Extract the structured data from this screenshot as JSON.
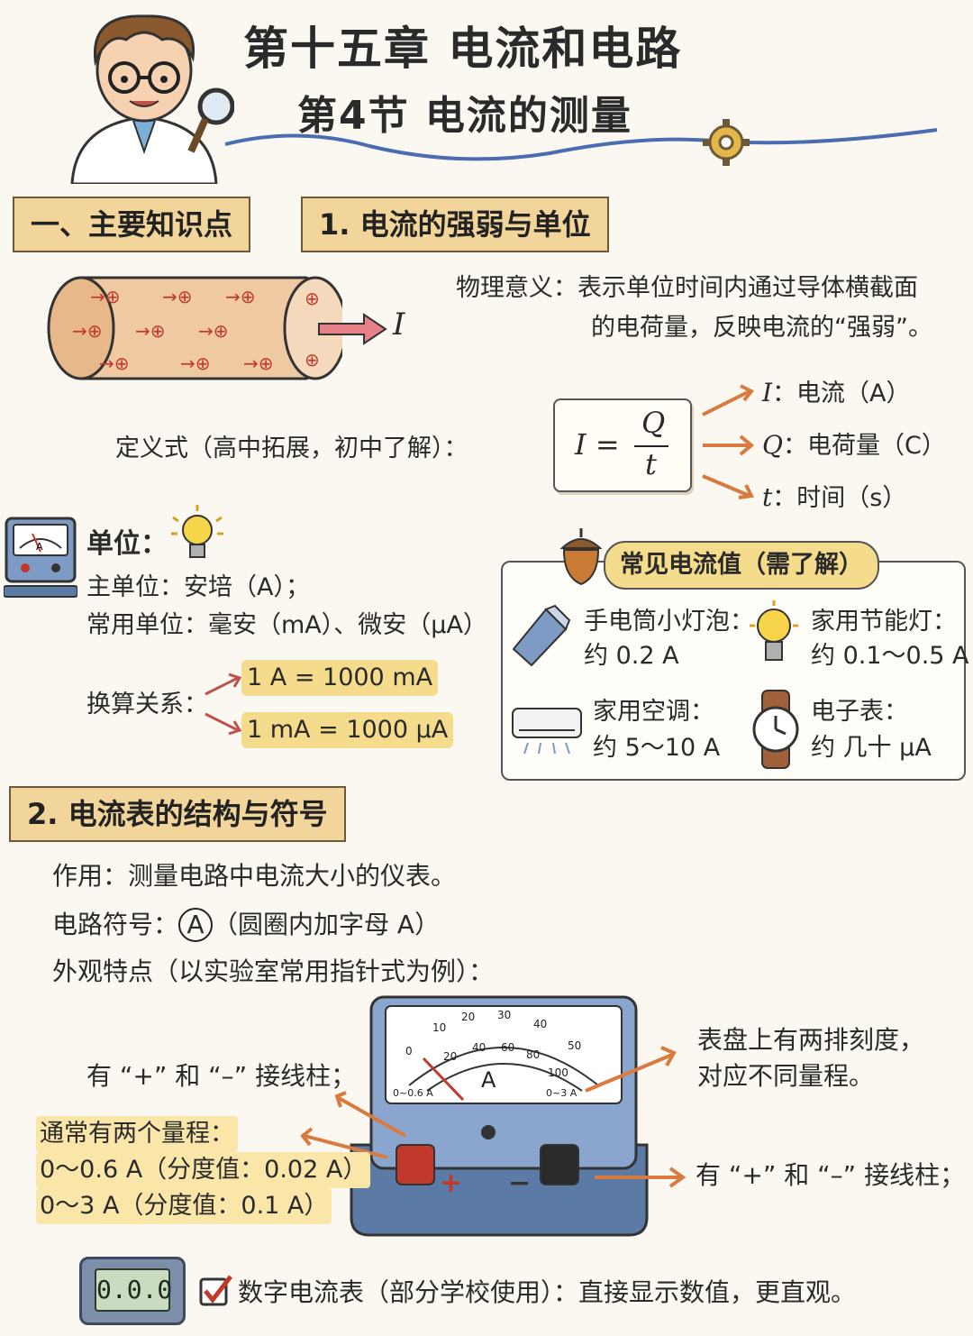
{
  "header": {
    "chapter": "第十五章  电流和电路",
    "section": "第4节  电流的测量"
  },
  "section1": {
    "main_banner": "一、主要知识点",
    "sub_banner": "1. 电流的强弱与单位",
    "current_symbol": "I",
    "physical_meaning_line1": "物理意义：表示单位时间内通过导体横截面",
    "physical_meaning_line2": "的电荷量，反映电流的“强弱”。",
    "definition_label": "定义式（高中拓展，初中了解）：",
    "formula": {
      "lhs": "I =",
      "numerator": "Q",
      "denominator": "t"
    },
    "legend": [
      {
        "symbol": "I",
        "text": "：电流（A）"
      },
      {
        "symbol": "Q",
        "text": "：电荷量（C）"
      },
      {
        "symbol": "t",
        "text": "：时间（s）"
      }
    ],
    "unit_label": "单位：",
    "main_unit": "主单位：安培（A）；",
    "common_units": "常用单位：毫安（mA）、微安（μA）",
    "conversion_label": "换算关系：",
    "conversions": [
      "1 A = 1000 mA",
      "1 mA = 1000 μA"
    ],
    "ammeter_icon_letter": "A"
  },
  "common_values": {
    "title": "常见电流值（需了解）",
    "items": [
      {
        "name": "手电筒小灯泡：",
        "value": "约 0.2 A",
        "icon": "flashlight-icon"
      },
      {
        "name": "家用节能灯：",
        "value": "约 0.1～0.5 A",
        "icon": "bulb-icon"
      },
      {
        "name": "家用空调：",
        "value": "约 5～10 A",
        "icon": "air-conditioner-icon"
      },
      {
        "name": "电子表：",
        "value": "约 几十 μA",
        "icon": "watch-icon"
      }
    ]
  },
  "section2": {
    "banner": "2. 电流表的结构与符号",
    "function": "作用：测量电路中电流大小的仪表。",
    "symbol_label": "电路符号：",
    "symbol_glyph": "A",
    "symbol_note": "（圆圈内加字母 A）",
    "appearance": "外观特点（以实验室常用指针式为例）：",
    "left_terminal_note": "有 “+” 和 “–” 接线柱；",
    "ranges_title": "通常有两个量程：",
    "range1": "0～0.6 A（分度值：0.02 A）",
    "range2": "0～3 A（分度值：0.1 A）",
    "dial_note_line1": "表盘上有两排刻度，",
    "dial_note_line2": "对应不同量程。",
    "right_terminal_note": "有 “+” 和 “–” 接线柱；",
    "dial": {
      "letter": "A",
      "outer_ticks": [
        "10",
        "20",
        "30",
        "40",
        "50"
      ],
      "inner_ticks": [
        "20",
        "40",
        "60",
        "80",
        "100"
      ],
      "left_range": "0~0.6 A",
      "right_range": "0~3 A",
      "zero": "0",
      "plus": "+",
      "minus": "−"
    },
    "digital_display": "0.0.0",
    "digital_note": "数字电流表（部分学校使用）：直接显示数值，更直观。"
  }
}
